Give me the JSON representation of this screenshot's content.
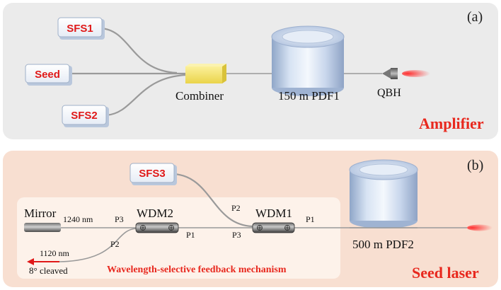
{
  "panel_a": {
    "tag": "(a)",
    "title": "Amplifier",
    "sources": {
      "sfs1": "SFS1",
      "seed": "Seed",
      "sfs2": "SFS2"
    },
    "combiner": "Combiner",
    "fiber": "150 m PDF1",
    "output": "QBH"
  },
  "panel_b": {
    "tag": "(b)",
    "title": "Seed laser",
    "sfs3": "SFS3",
    "mirror": "Mirror",
    "mirror_wavelength": "1240 nm",
    "wdm2": "WDM2",
    "wdm1": "WDM1",
    "ports": {
      "wdm2_p3": "P3",
      "wdm2_p1": "P1",
      "wdm2_p2": "P2",
      "wdm1_p2": "P2",
      "wdm1_p3": "P3",
      "wdm1_p1": "P1"
    },
    "cleave_wavelength": "1120 nm",
    "cleave": "8° cleaved",
    "feedback": "Wavelength-selective feedback mechanism",
    "fiber": "500 m PDF2"
  },
  "colors": {
    "panel_a_bg": "#ebebeb",
    "panel_b_bg": "#f8dfd1",
    "title_red": "#e8281e",
    "box_red": "#e01818",
    "combiner_yellow": "#f7e56a"
  }
}
